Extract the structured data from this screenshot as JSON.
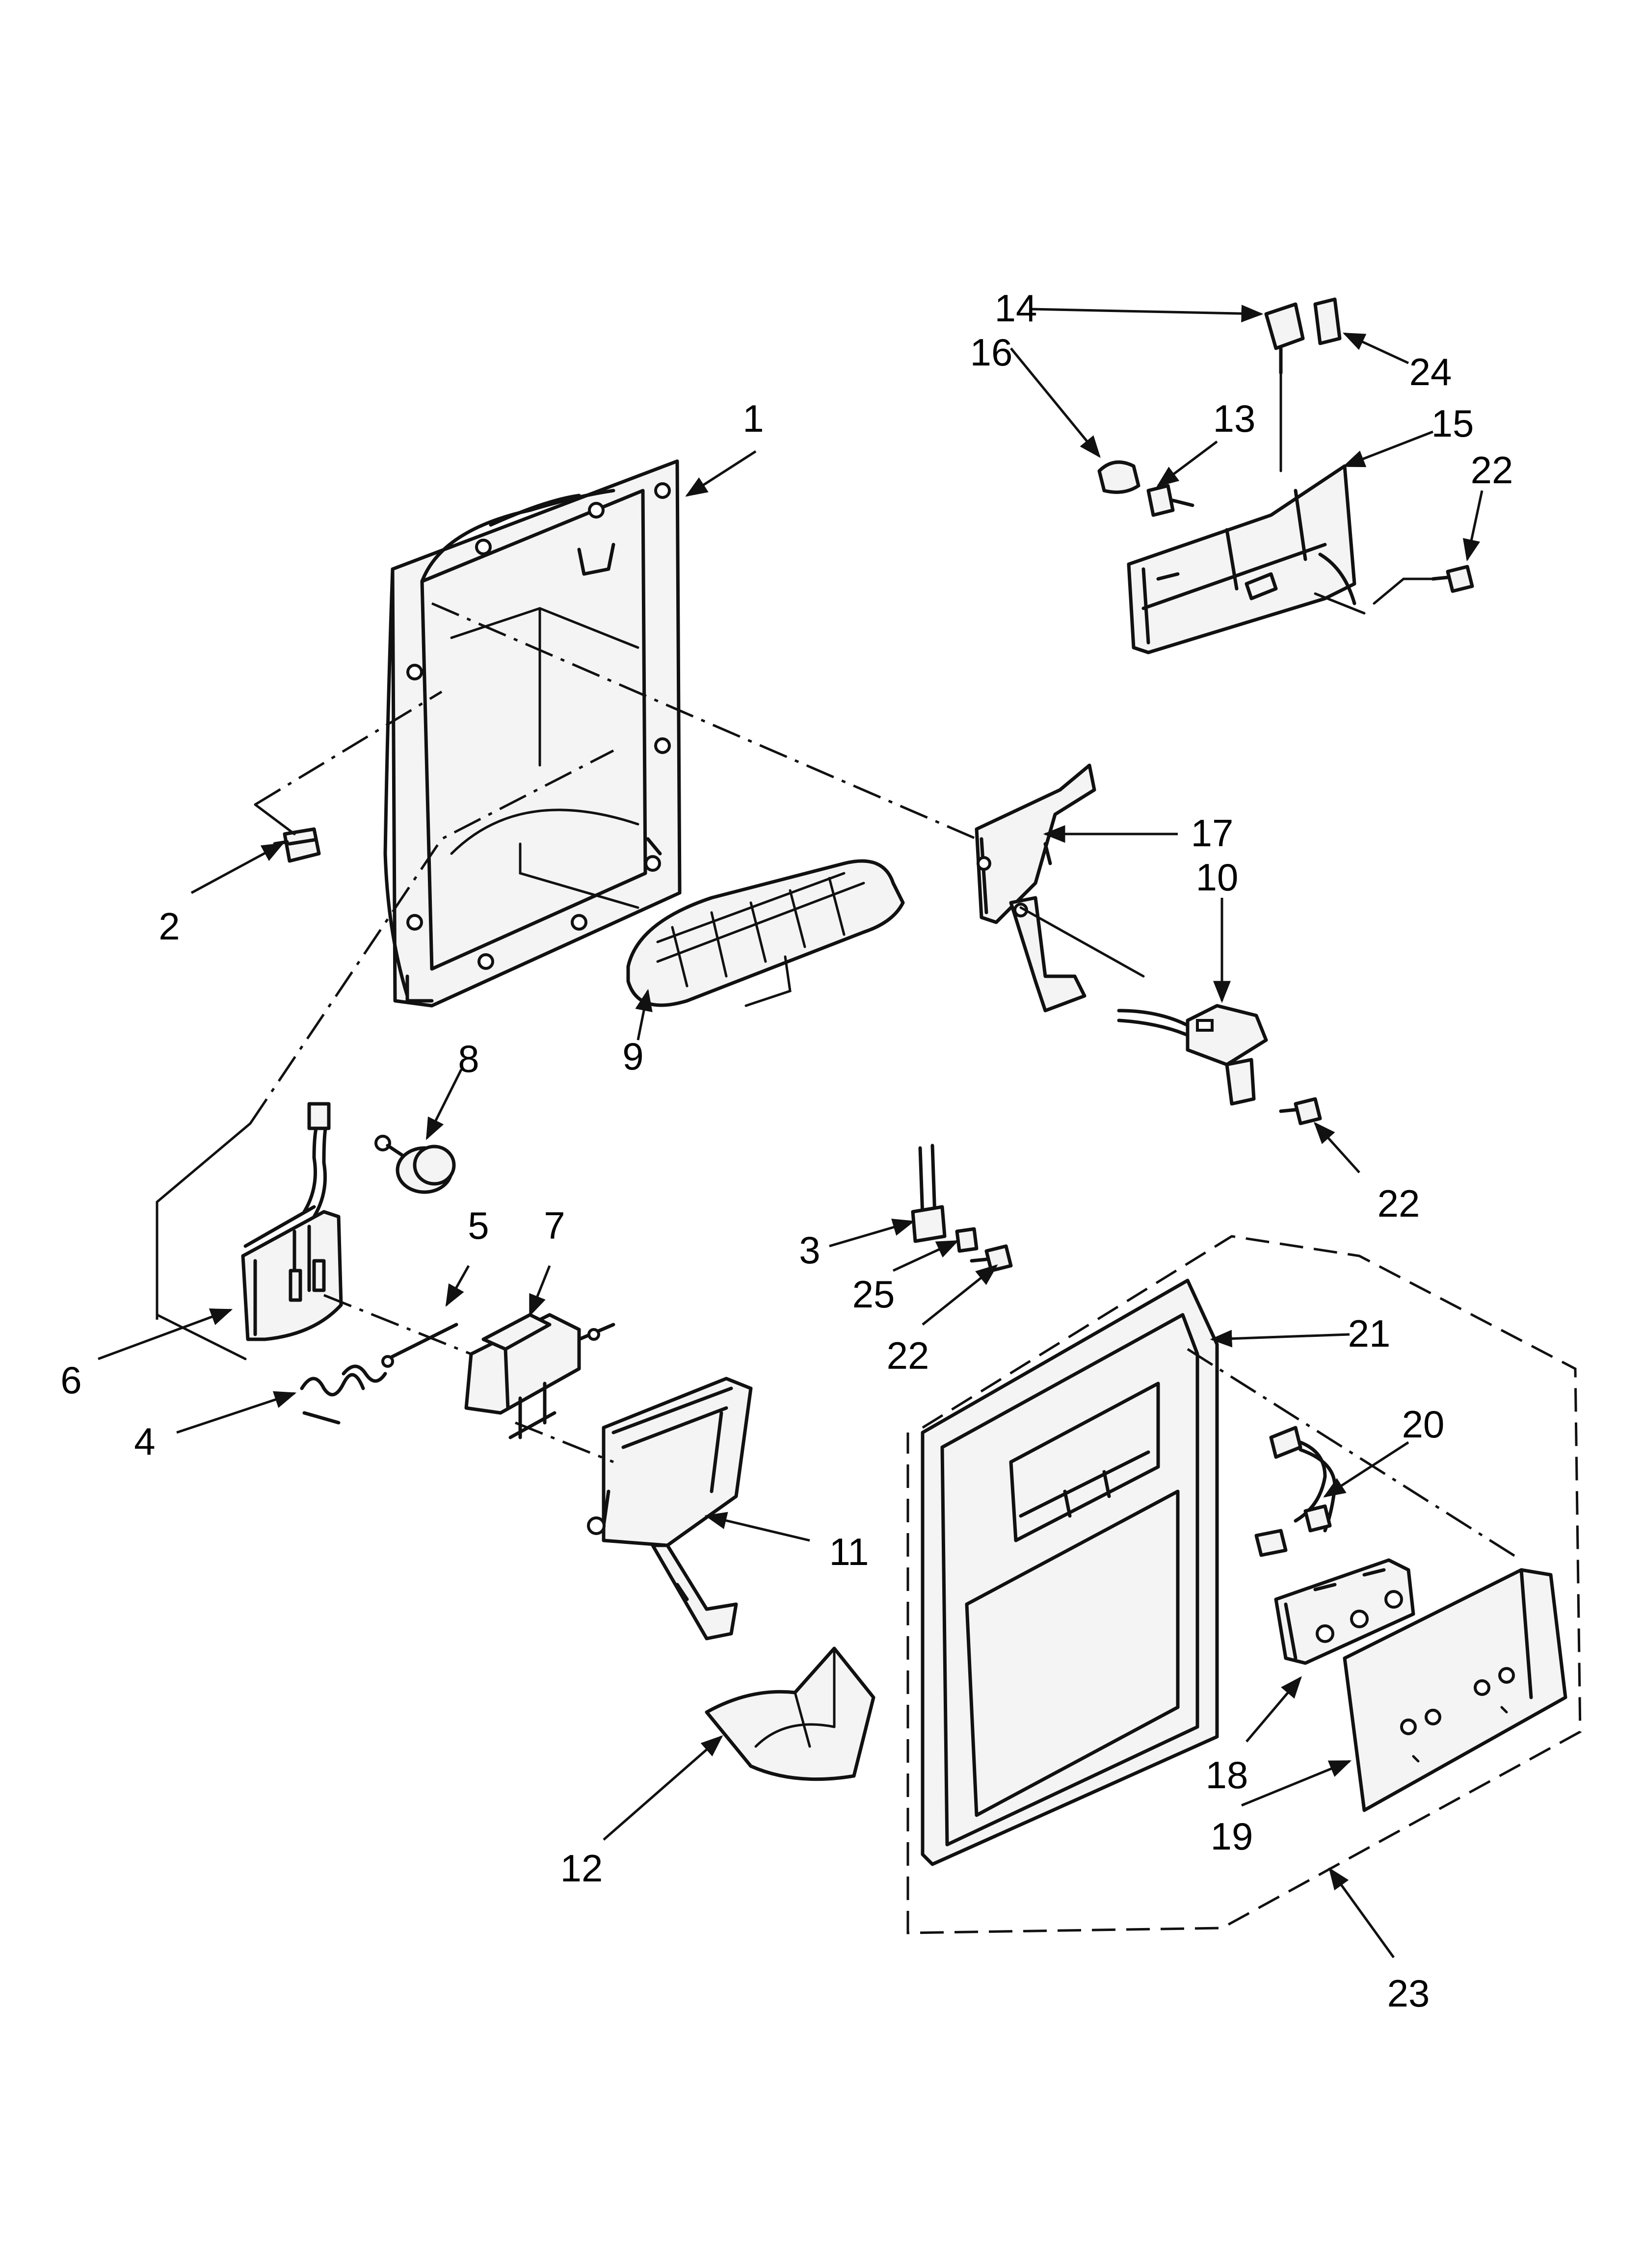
{
  "callouts": [
    {
      "id": "c1",
      "label": "1"
    },
    {
      "id": "c2",
      "label": "2"
    },
    {
      "id": "c3",
      "label": "3"
    },
    {
      "id": "c4",
      "label": "4"
    },
    {
      "id": "c5",
      "label": "5"
    },
    {
      "id": "c6",
      "label": "6"
    },
    {
      "id": "c7",
      "label": "7"
    },
    {
      "id": "c8",
      "label": "8"
    },
    {
      "id": "c9",
      "label": "9"
    },
    {
      "id": "c10",
      "label": "10"
    },
    {
      "id": "c11",
      "label": "11"
    },
    {
      "id": "c12",
      "label": "12"
    },
    {
      "id": "c13",
      "label": "13"
    },
    {
      "id": "c14",
      "label": "14"
    },
    {
      "id": "c15",
      "label": "15"
    },
    {
      "id": "c16",
      "label": "16"
    },
    {
      "id": "c17",
      "label": "17"
    },
    {
      "id": "c18",
      "label": "18"
    },
    {
      "id": "c19",
      "label": "19"
    },
    {
      "id": "c20",
      "label": "20"
    },
    {
      "id": "c21",
      "label": "21"
    },
    {
      "id": "c22a",
      "label": "22"
    },
    {
      "id": "c22b",
      "label": "22"
    },
    {
      "id": "c22c",
      "label": "22"
    },
    {
      "id": "c23",
      "label": "23"
    },
    {
      "id": "c24",
      "label": "24"
    },
    {
      "id": "c25",
      "label": "25"
    }
  ]
}
